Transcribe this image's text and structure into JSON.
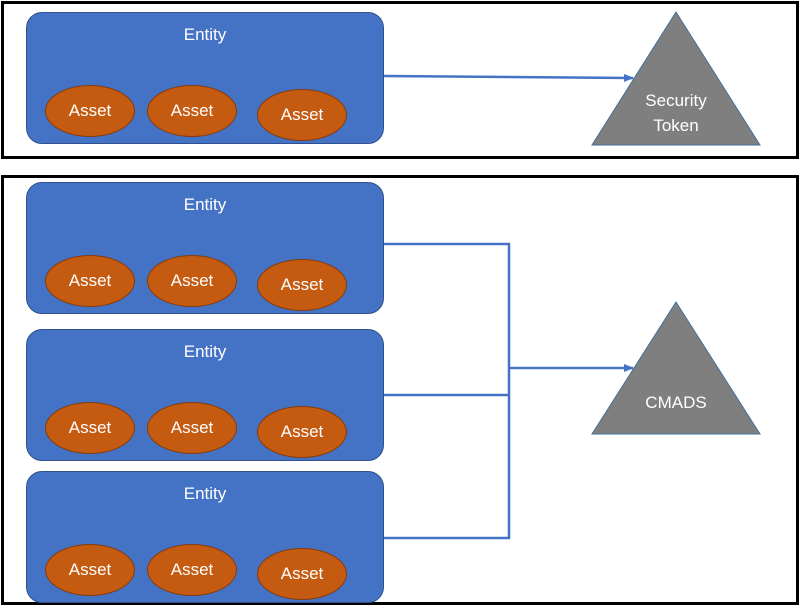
{
  "top_section": {
    "entity": {
      "label": "Entity",
      "assets": [
        "Asset",
        "Asset",
        "Asset"
      ]
    },
    "target": {
      "line1": "Security",
      "line2": "Token"
    }
  },
  "bottom_section": {
    "entities": [
      {
        "label": "Entity",
        "assets": [
          "Asset",
          "Asset",
          "Asset"
        ]
      },
      {
        "label": "Entity",
        "assets": [
          "Asset",
          "Asset",
          "Asset"
        ]
      },
      {
        "label": "Entity",
        "assets": [
          "Asset",
          "Asset",
          "Asset"
        ]
      }
    ],
    "target": {
      "label": "CMADS"
    }
  },
  "colors": {
    "entity_fill": "#4472c4",
    "asset_fill": "#c55a11",
    "triangle_fill": "#7f7f7f",
    "connector": "#4472c4",
    "border": "#000000"
  }
}
